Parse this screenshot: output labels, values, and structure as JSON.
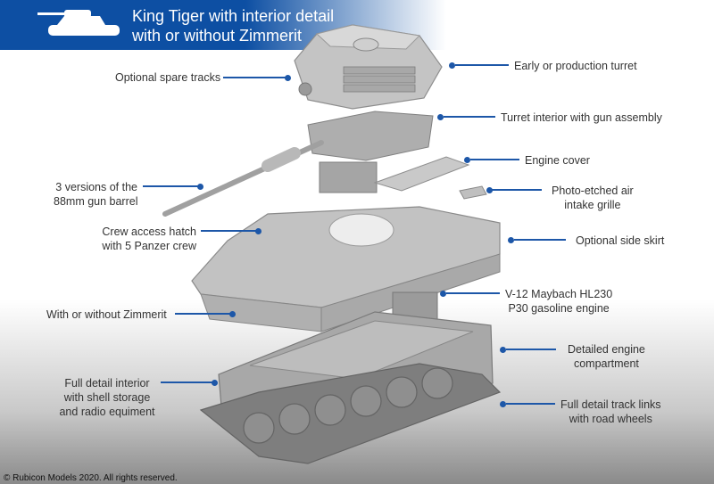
{
  "banner": {
    "title_line1": "King Tiger with interior detail",
    "title_line2": "with or without Zimmerit",
    "logo": "tank-silhouette-icon"
  },
  "callouts": {
    "spare_tracks": "Optional spare tracks",
    "turret": "Early or production turret",
    "turret_interior": "Turret interior with gun assembly",
    "engine_cover": "Engine cover",
    "barrel_1": "3 versions of the",
    "barrel_2": "88mm gun barrel",
    "grille_1": "Photo-etched air",
    "grille_2": "intake grille",
    "hatch_1": "Crew access hatch",
    "hatch_2": "with 5 Panzer crew",
    "side_skirt": "Optional side skirt",
    "engine_1": "V-12 Maybach HL230",
    "engine_2": "P30 gasoline engine",
    "zimmerit": "With or without Zimmerit",
    "compartment_1": "Detailed engine",
    "compartment_2": "compartment",
    "interior_1": "Full detail interior",
    "interior_2": "with shell storage",
    "interior_3": "and radio equiment",
    "tracks_1": "Full detail track links",
    "tracks_2": "with road wheels"
  },
  "colors": {
    "accent": "#1d57a8",
    "banner": "#0d4fa3",
    "model_grey": "#b5b5b5"
  },
  "copyright": "© Rubicon Models 2020. All rights reserved."
}
